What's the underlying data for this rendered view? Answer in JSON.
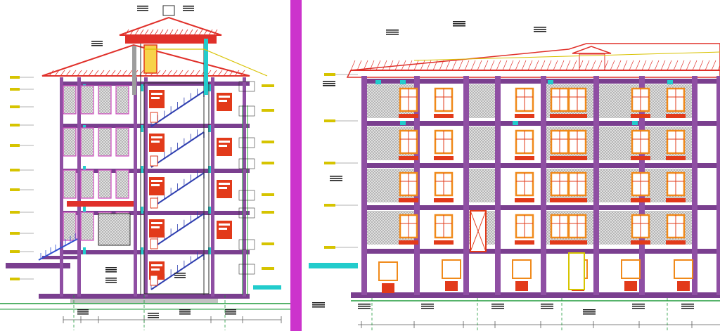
{
  "view": {
    "panels": [
      {
        "name": "left-section-drawing",
        "kind": "section"
      },
      {
        "name": "right-elevation-drawing",
        "kind": "elevation"
      }
    ]
  },
  "colors": {
    "background": "#ffffff",
    "divider": "#cc33cc",
    "slab": "#7a3f8f",
    "roof": "#e0302a",
    "wall": "#2a2a2a",
    "stair": "#2f3fb0",
    "window_frame": "#f08a1a",
    "glazing_hatch": "#9a9a9a",
    "cyan_accent": "#22cccc",
    "ground_green": "#1f9a3a",
    "label_red": "#e23a1a",
    "label_yellow": "#d6c400",
    "dim_line": "#5a5a5a"
  },
  "icons": {
    "level_marker": "level-marker-icon",
    "dimension_tick": "dimension-tick-icon",
    "north_stair": "stair-flight-icon"
  }
}
